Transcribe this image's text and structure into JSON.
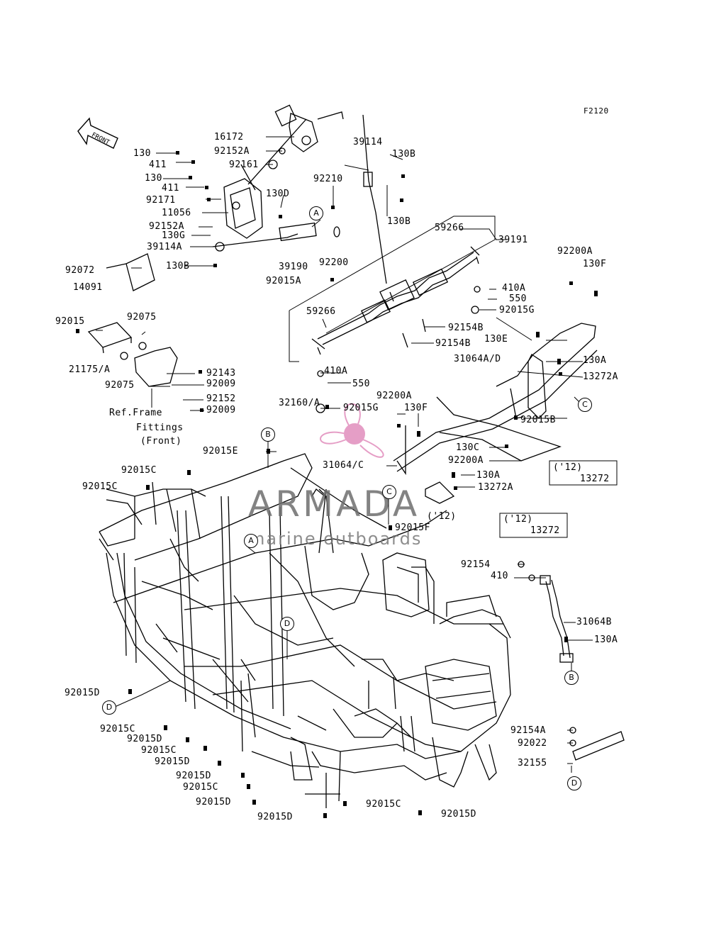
{
  "diagram": {
    "figure_code": "F2120",
    "front_arrow_text": "FRONT",
    "watermark": {
      "brand": "ARMADA",
      "tagline": "marine outboards",
      "logo_color": "#e394c0",
      "text_color": "#6e6e6e"
    },
    "ref_note": {
      "line1": "Ref.Frame",
      "line2": "Fittings",
      "line3": "(Front)"
    },
    "year_note_1": {
      "year": "('12)",
      "part": "13272"
    },
    "year_note_2": {
      "year": "('12)",
      "part": "13272"
    },
    "year_note_3": {
      "year": "('12)"
    },
    "callouts": {
      "A": "A",
      "B": "B",
      "C": "C",
      "D": "D"
    },
    "labels": [
      "16172",
      "92152A",
      "92161",
      "130",
      "411",
      "130",
      "411",
      "92171",
      "11056",
      "92152A",
      "130G",
      "39114A",
      "130B",
      "130D",
      "39190",
      "92210",
      "92200",
      "92015A",
      "39114",
      "130B",
      "130B",
      "59266",
      "39191",
      "410A",
      "550",
      "92015G",
      "92154B",
      "92154B",
      "59266",
      "410A",
      "550",
      "92015G",
      "92200A",
      "130F",
      "92200A",
      "130F",
      "130E",
      "31064A/D",
      "130A",
      "13272A",
      "92015B",
      "92072",
      "14091",
      "92015",
      "92075",
      "21175/A",
      "92075",
      "92143",
      "92009",
      "92152",
      "92009",
      "32160/A",
      "92015E",
      "31064/C",
      "130C",
      "92200A",
      "130A",
      "13272A",
      "92015C",
      "92015C",
      "92015F",
      "92154",
      "410",
      "31064B",
      "130A",
      "92015D",
      "92015C",
      "92015D",
      "92015C",
      "92015D",
      "92015D",
      "92015C",
      "92015D",
      "92015D",
      "92015C",
      "92015D",
      "92154A",
      "92022",
      "32155"
    ]
  }
}
